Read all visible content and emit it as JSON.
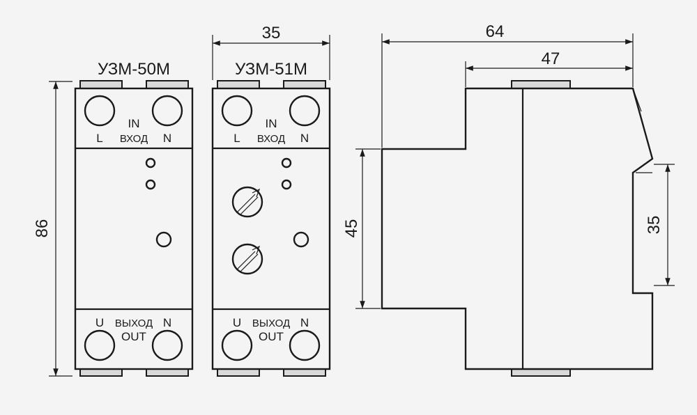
{
  "left_model": "УЗМ-50М",
  "right_model": "УЗМ-51М",
  "front": {
    "in_en": "IN",
    "in_ru": "ВХОД",
    "out_en": "OUT",
    "out_ru": "ВЫХОД",
    "top_left_terminal": "L",
    "top_right_terminal": "N",
    "bottom_left_terminal": "U",
    "bottom_right_terminal": "N"
  },
  "dimensions": {
    "height_total": "86",
    "width_front": "35",
    "depth_total": "64",
    "depth_partial": "47",
    "din_height": "45",
    "rail_width": "35"
  },
  "colors": {
    "line": "#1a1a1a",
    "background": "#f4f4f4",
    "tab": "#d9d9d9"
  }
}
